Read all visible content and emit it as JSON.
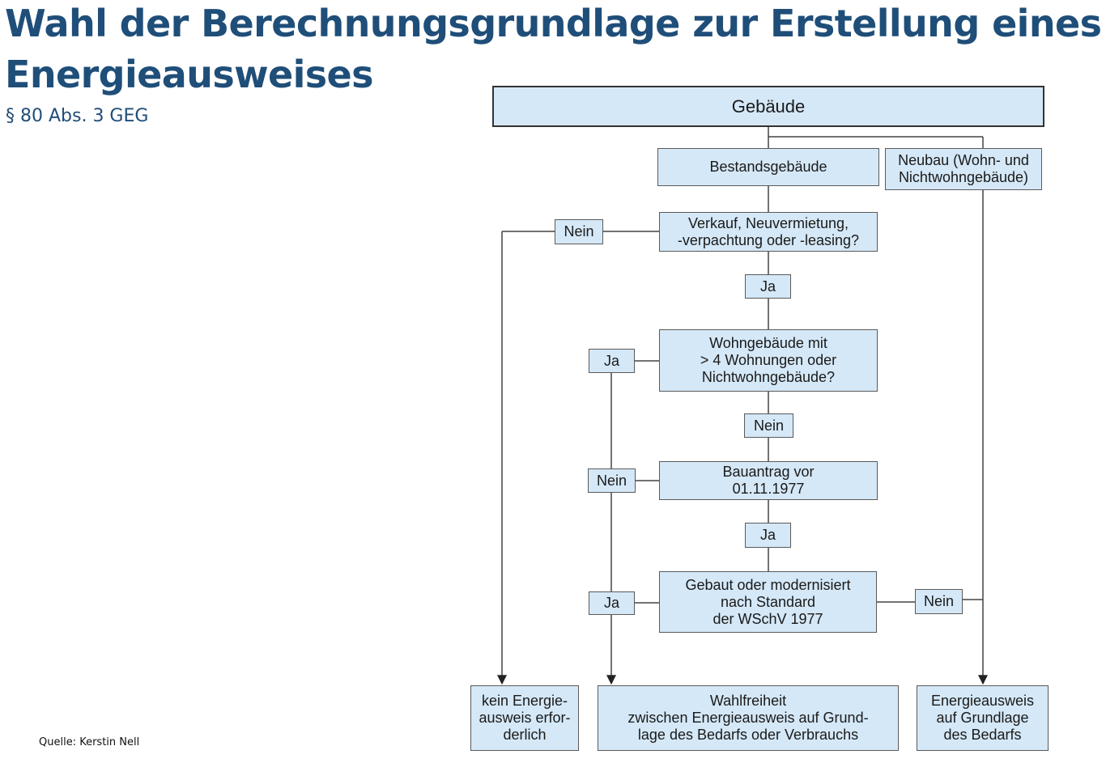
{
  "header": {
    "title_line1": "Wahl der Berechnungsgrundlage zur Erstellung eines",
    "title_line2": "Energieausweises",
    "subtitle": "§ 80 Abs. 3 GEG"
  },
  "footer": {
    "source": "Quelle: Kerstin Nell"
  },
  "flowchart": {
    "root": "Gebäude",
    "existing": "Bestandsgebäude",
    "newbuild": "Neubau (Wohn- und\nNichtwohngebäude)",
    "q_sale": "Verkauf, Neuvermietung,\n-verpachtung oder -leasing?",
    "q_type": "Wohngebäude mit\n> 4 Wohnungen oder\nNichtwohngebäude?",
    "q_permit": "Bauantrag vor\n01.11.1977",
    "q_standard": "Gebaut oder modernisiert\nnach Standard\nder WSchV 1977",
    "labels": {
      "sale_no": "Nein",
      "sale_yes": "Ja",
      "type_yes": "Ja",
      "type_no": "Nein",
      "permit_no": "Nein",
      "permit_yes": "Ja",
      "standard_yes": "Ja",
      "standard_no": "Nein"
    },
    "outcomes": {
      "none": "kein Energie-\nausweis erfor-\nderlich",
      "choice": "Wahlfreiheit\nzwischen Energieausweis auf Grund-\nlage des Bedarfs oder Verbrauchs",
      "demand": "Energieausweis\nauf Grundlage\ndes Bedarfs"
    }
  }
}
